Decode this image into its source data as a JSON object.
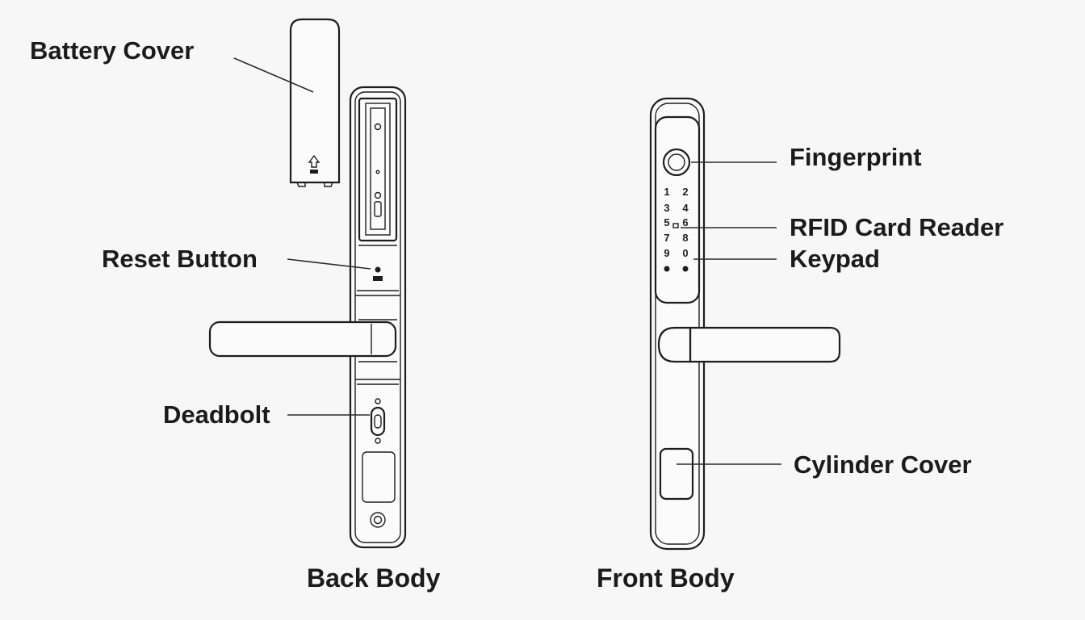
{
  "labels": {
    "battery_cover": "Battery Cover",
    "reset_button": "Reset Button",
    "deadbolt": "Deadbolt",
    "fingerprint": "Fingerprint",
    "rfid_card_reader": "RFID Card Reader",
    "keypad": "Keypad",
    "cylinder_cover": "Cylinder Cover"
  },
  "captions": {
    "back_body": "Back Body",
    "front_body": "Front Body"
  },
  "keypad_keys": [
    "1",
    "2",
    "3",
    "4",
    "5",
    "6",
    "7",
    "8",
    "9",
    "0"
  ],
  "colors": {
    "background": "#f7f7f7",
    "line": "#1e1e1e",
    "text": "#1b1b1b"
  }
}
